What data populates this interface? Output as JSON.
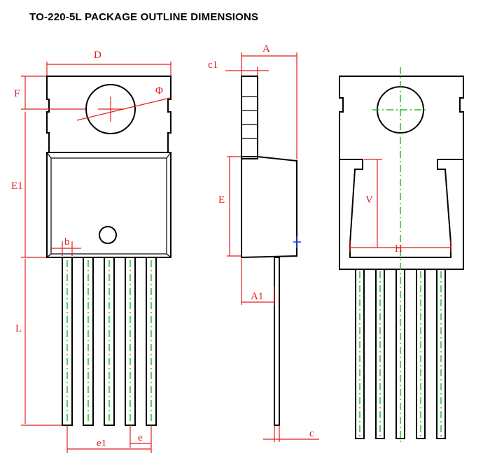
{
  "title": "TO-220-5L  PACKAGE  OUTLINE  DIMENSIONS",
  "labels": {
    "D": "D",
    "F": "F",
    "phi": "Φ",
    "E1": "E1",
    "b": "b",
    "L": "L",
    "e1": "e1",
    "e": "e",
    "A": "A",
    "c1": "c1",
    "E": "E",
    "A1": "A1",
    "c": "c",
    "V": "V",
    "H": "H"
  },
  "colors": {
    "outline": "#000000",
    "dimension": "#e11f1f",
    "centerline": "#22c022",
    "marker": "#1f3fd6"
  }
}
